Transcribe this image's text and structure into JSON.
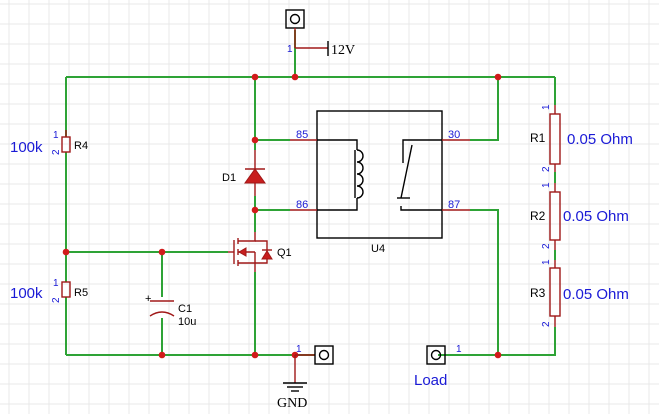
{
  "supply": {
    "label": "12V",
    "pin": "1"
  },
  "ground": {
    "label": "GND",
    "pin": "1"
  },
  "load": {
    "label": "Load",
    "pin": "1"
  },
  "resistors": {
    "r4": {
      "value": "100k",
      "ref": "R4",
      "pin1": "1",
      "pin2": "2"
    },
    "r5": {
      "value": "100k",
      "ref": "R5",
      "pin1": "1",
      "pin2": "2"
    },
    "r1": {
      "value": "0.05 Ohm",
      "ref": "R1",
      "pin1": "1",
      "pin2": "2"
    },
    "r2": {
      "value": "0.05 Ohm",
      "ref": "R2",
      "pin1": "1",
      "pin2": "2"
    },
    "r3": {
      "value": "0.05 Ohm",
      "ref": "R3",
      "pin1": "1",
      "pin2": "2"
    }
  },
  "capacitor": {
    "ref": "C1",
    "value": "10u"
  },
  "diode": {
    "ref": "D1"
  },
  "mosfet": {
    "ref": "Q1"
  },
  "relay": {
    "ref": "U4",
    "pins": {
      "p85": "85",
      "p86": "86",
      "p30": "30",
      "p87": "87"
    }
  }
}
